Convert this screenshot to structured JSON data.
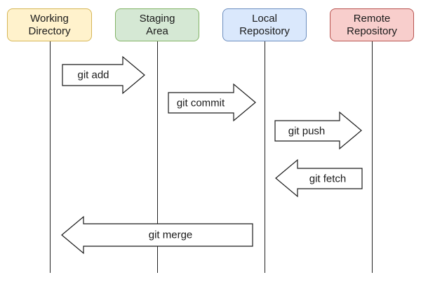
{
  "lanes": [
    {
      "label": "Working\nDirectory",
      "fill": "#fff2cc",
      "stroke": "#d6b656"
    },
    {
      "label": "Staging\nArea",
      "fill": "#d5e8d4",
      "stroke": "#82b366"
    },
    {
      "label": "Local\nRepository",
      "fill": "#dae8fc",
      "stroke": "#6c8ebf"
    },
    {
      "label": "Remote\nRepository",
      "fill": "#f8cecc",
      "stroke": "#b85450"
    }
  ],
  "arrows": [
    {
      "label": "git add",
      "from": "Working Directory",
      "to": "Staging Area",
      "direction": "right"
    },
    {
      "label": "git commit",
      "from": "Staging Area",
      "to": "Local Repository",
      "direction": "right"
    },
    {
      "label": "git push",
      "from": "Local Repository",
      "to": "Remote Repository",
      "direction": "right"
    },
    {
      "label": "git fetch",
      "from": "Remote Repository",
      "to": "Local Repository",
      "direction": "left"
    },
    {
      "label": "git merge",
      "from": "Local Repository",
      "to": "Working Directory",
      "direction": "left"
    }
  ]
}
